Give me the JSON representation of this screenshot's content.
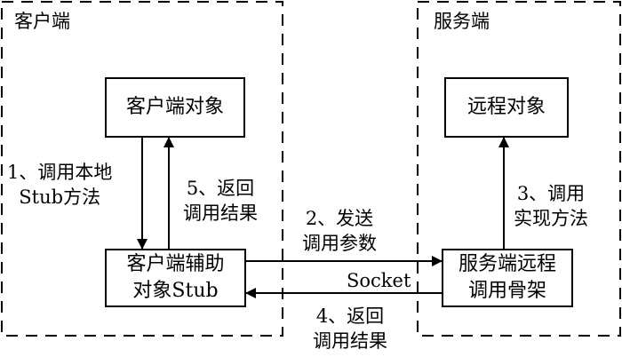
{
  "regions": {
    "client": {
      "label": "客户端"
    },
    "server": {
      "label": "服务端"
    }
  },
  "boxes": {
    "client_object": {
      "label": "客户端对象"
    },
    "client_stub": {
      "line1": "客户端辅助",
      "line2": "对象Stub"
    },
    "remote_object": {
      "label": "远程对象"
    },
    "server_skeleton": {
      "line1": "服务端远程",
      "line2": "调用骨架"
    }
  },
  "steps": {
    "step1": {
      "line1": "1、调用本地",
      "line2": "Stub方法"
    },
    "step2": {
      "line1": "2、发送",
      "line2": "调用参数"
    },
    "step3": {
      "line1": "3、调用",
      "line2": "实现方法"
    },
    "step4": {
      "line1": "4、返回",
      "line2": "调用结果"
    },
    "step5": {
      "line1": "5、返回",
      "line2": "调用结果"
    }
  },
  "connection": {
    "label": "Socket"
  }
}
